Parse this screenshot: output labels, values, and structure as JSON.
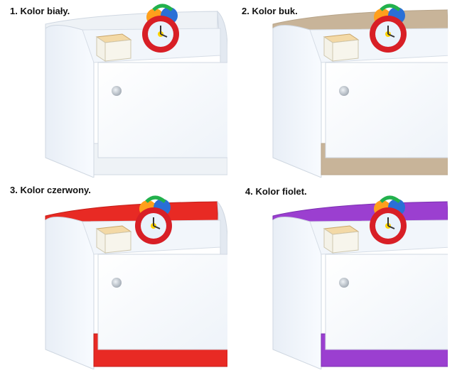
{
  "variants": [
    {
      "caption": "1. Kolor biały.",
      "accent": "#eef2f6"
    },
    {
      "caption": "2. Kolor buk.",
      "accent": "#c8b499"
    },
    {
      "caption": "3. Kolor czerwony.",
      "accent": "#e82a24"
    },
    {
      "caption": "4. Kolor fiolet.",
      "accent": "#9b3fd0"
    }
  ]
}
